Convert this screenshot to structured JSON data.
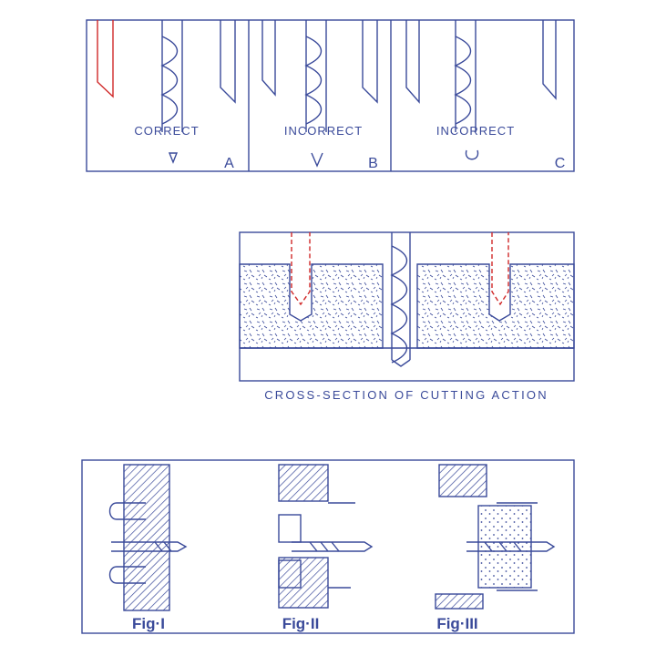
{
  "colors": {
    "line": "#3a4a9a",
    "accent": "#d02828",
    "background": "#ffffff"
  },
  "top_panel": {
    "sections": [
      {
        "label": "CORRECT",
        "letter": "A"
      },
      {
        "label": "INCORRECT",
        "letter": "B"
      },
      {
        "label": "INCORRECT",
        "letter": "C"
      }
    ]
  },
  "cross_section": {
    "caption": "CROSS-SECTION OF CUTTING ACTION"
  },
  "figures": {
    "labels": [
      "Fig·I",
      "Fig·II",
      "Fig·III"
    ]
  }
}
